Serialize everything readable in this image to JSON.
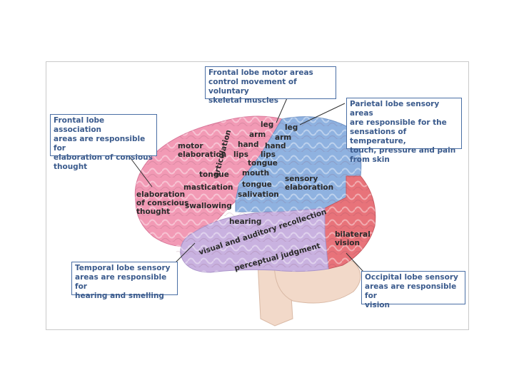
{
  "colors": {
    "frontal": "#f29ab5",
    "parietal": "#8fb2e0",
    "temporal": "#c9b2e0",
    "occipital": "#e8737a",
    "cerebellum": "#f2d9c9",
    "callout_border": "#4a6fa5",
    "callout_text": "#3a5a8c"
  },
  "callouts": {
    "frontal_motor": "Frontal lobe motor areas\ncontrol movement of voluntary\nskeletal muscles",
    "parietal_sensory": "Parietal lobe sensory areas\nare responsible for the\nsensations of temperature,\ntouch, pressure and pain\nfrom skin",
    "frontal_association": "Frontal lobe association\nareas are responsible for\nelaboration of consious\nthought",
    "temporal_sensory": "Temporal lobe sensory\nareas are responsible for\nhearing and smelling",
    "occipital_sensory": "Occipital lobe sensory\nareas are responsible for\nvision"
  },
  "labels": {
    "motor_leg": "leg",
    "motor_arm": "arm",
    "motor_hand": "hand",
    "motor_lips": "lips",
    "sensory_leg": "leg",
    "sensory_arm": "arm",
    "sensory_hand": "hand",
    "sensory_lips": "lips",
    "tongue_1": "tongue",
    "mouth": "mouth",
    "tongue_2": "tongue",
    "salivation": "salivation",
    "motor_elaboration": "motor\nelaboration",
    "tongue_3": "tongue",
    "mastication": "mastication",
    "articulation": "articulation",
    "sensory_elaboration": "sensory\nelaboration",
    "elaboration_conscious": "elaboration\nof conscious\nthought",
    "swallowing": "swallowing",
    "hearing": "hearing",
    "visual_auditory": "visual and auditory recollection",
    "perceptual_judgment": "perceptual judgment",
    "bilateral_vision": "bilateral\nvision"
  }
}
